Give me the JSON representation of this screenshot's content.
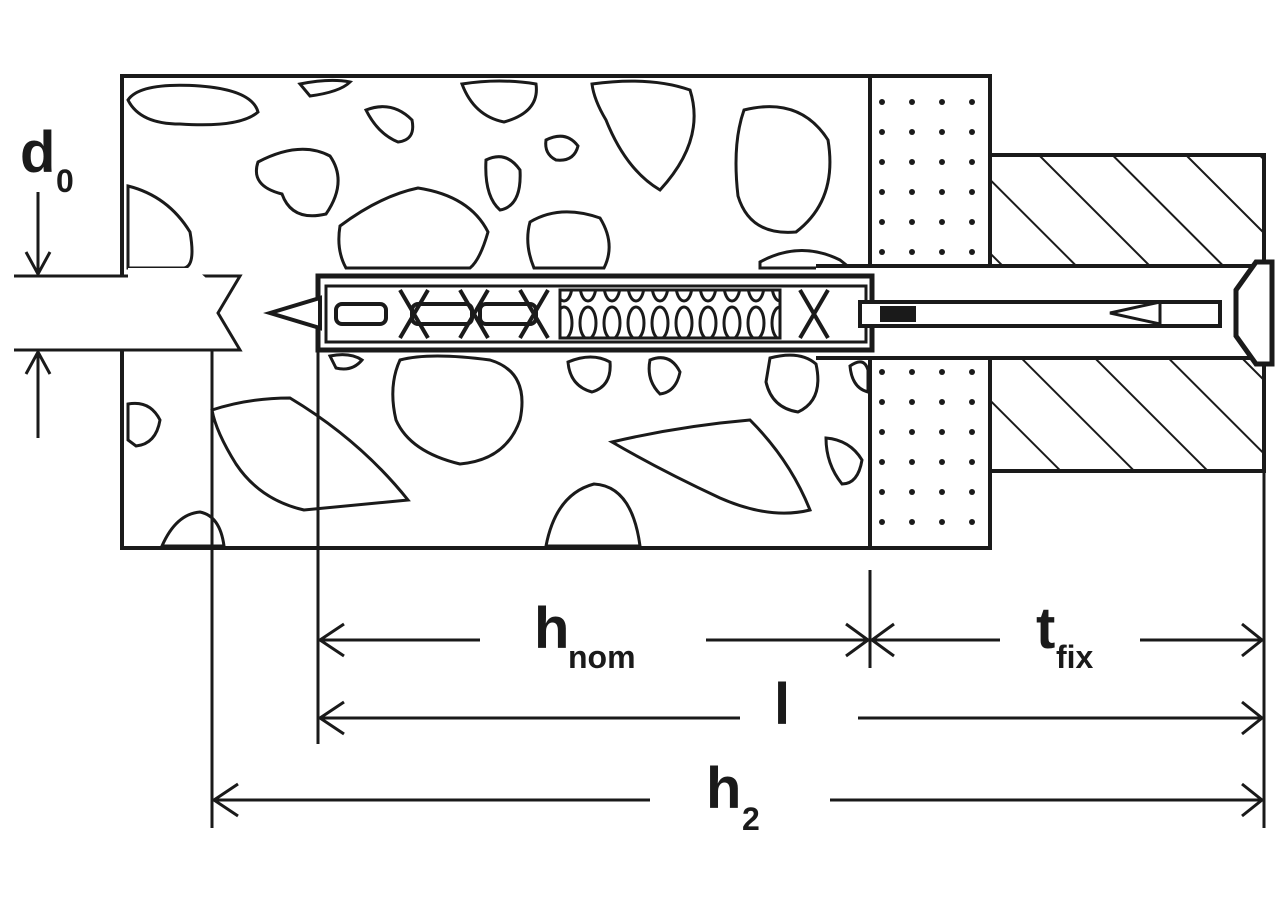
{
  "labels": {
    "d0_main": "d",
    "d0_sub": "0",
    "hnom_main": "h",
    "hnom_sub": "nom",
    "tfix_main": "t",
    "tfix_sub": "fix",
    "l_main": "l",
    "h2_main": "h",
    "h2_sub": "2"
  },
  "colors": {
    "line": "#1a1a1a",
    "background": "#ffffff"
  },
  "icons": {
    "arrow": "arrow-head",
    "hatch": "diagonal-hatch",
    "dots": "dot-pattern"
  }
}
